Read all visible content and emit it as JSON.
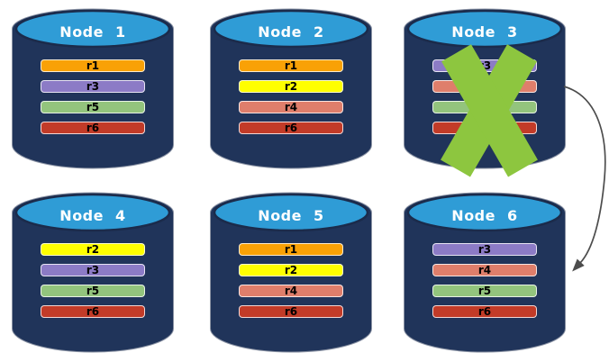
{
  "colors": {
    "page_background": "#FFFFFF",
    "cylinder_body": "#20345A",
    "cylinder_top": "#2F9CD6",
    "title_text": "#FFFFFF",
    "replica_label_text": "#000000",
    "failure_x": "#8DC63F",
    "arrow": "#4D4D4D",
    "replica_r1": "#F9A106",
    "replica_r2": "#FFFF00",
    "replica_r3": "#8C7BC6",
    "replica_r4": "#DF7E6B",
    "replica_r5": "#93C47D",
    "replica_r6": "#C23B28"
  },
  "nodes": [
    {
      "title": "Node 1",
      "replicas": [
        {
          "label": "r1",
          "color": "#F9A106"
        },
        {
          "label": "r3",
          "color": "#8C7BC6"
        },
        {
          "label": "r5",
          "color": "#93C47D"
        },
        {
          "label": "r6",
          "color": "#C23B28"
        }
      ]
    },
    {
      "title": "Node 2",
      "replicas": [
        {
          "label": "r1",
          "color": "#F9A106"
        },
        {
          "label": "r2",
          "color": "#FFFF00"
        },
        {
          "label": "r4",
          "color": "#DF7E6B"
        },
        {
          "label": "r6",
          "color": "#C23B28"
        }
      ]
    },
    {
      "title": "Node 3",
      "failed": true,
      "replicas": [
        {
          "label": "r3",
          "color": "#8C7BC6"
        },
        {
          "label": "r4",
          "color": "#DF7E6B"
        },
        {
          "label": "r5",
          "color": "#93C47D"
        },
        {
          "label": "r6",
          "color": "#C23B28"
        }
      ]
    },
    {
      "title": "Node 4",
      "replicas": [
        {
          "label": "r2",
          "color": "#FFFF00"
        },
        {
          "label": "r3",
          "color": "#8C7BC6"
        },
        {
          "label": "r5",
          "color": "#93C47D"
        },
        {
          "label": "r6",
          "color": "#C23B28"
        }
      ]
    },
    {
      "title": "Node 5",
      "replicas": [
        {
          "label": "r1",
          "color": "#F9A106"
        },
        {
          "label": "r2",
          "color": "#FFFF00"
        },
        {
          "label": "r4",
          "color": "#DF7E6B"
        },
        {
          "label": "r6",
          "color": "#C23B28"
        }
      ]
    },
    {
      "title": "Node 6",
      "replicas": [
        {
          "label": "r3",
          "color": "#8C7BC6"
        },
        {
          "label": "r4",
          "color": "#DF7E6B"
        },
        {
          "label": "r5",
          "color": "#93C47D"
        },
        {
          "label": "r6",
          "color": "#C23B28"
        }
      ]
    }
  ],
  "failure": {
    "failed_node": "Node 3"
  },
  "arrow": {
    "from": "Node 3",
    "to": "Node 6"
  }
}
